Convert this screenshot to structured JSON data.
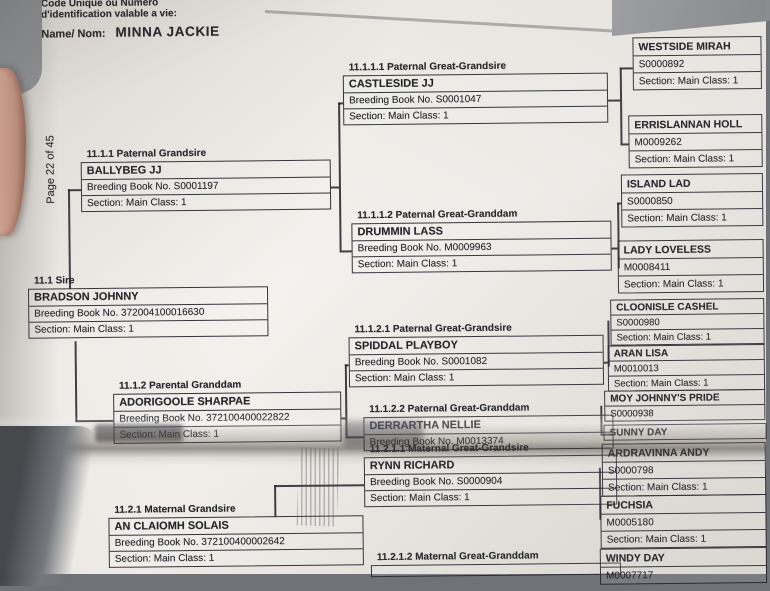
{
  "header": {
    "line1": "Code  Unique ou Numéro",
    "line2": "d'identification valable a vie:",
    "name_label": "Name/ Nom:",
    "name_value": "MINNA JACKIE"
  },
  "page_label": "Page 22 of 45",
  "tree": {
    "sire": {
      "title": "11.1 Sire",
      "name": "BRADSON JOHNNY",
      "book": "Breeding Book No. 372004100016630",
      "section": "Section: Main Class: 1"
    },
    "paternal_grandsire": {
      "title": "11.1.1 Paternal Grandsire",
      "name": "BALLYBEG JJ",
      "book": "Breeding Book No. S0001197",
      "section": "Section: Main Class: 1"
    },
    "paternal_granddam": {
      "title": "11.1.2 Parental Granddam",
      "name": "ADORIGOOLE SHARPAE",
      "book": "Breeding Book No. 372100400022822",
      "section": "Section: Main Class: 1"
    },
    "maternal_grandsire": {
      "title": "11.2.1 Maternal Grandsire",
      "name": "AN CLAIOMH SOLAIS",
      "book": "Breeding Book No. 372100400002642",
      "section": "Section: Main Class: 1"
    },
    "pgg_sire1": {
      "title": "11.1.1.1 Paternal Great-Grandsire",
      "name": "CASTLESIDE JJ",
      "book": "Breeding Book No. S0001047",
      "section": "Section: Main Class: 1"
    },
    "pgg_dam1": {
      "title": "11.1.1.2 Paternal Great-Granddam",
      "name": "DRUMMIN LASS",
      "book": "Breeding Book No. M0009963",
      "section": "Section: Main Class: 1"
    },
    "pgg_sire2": {
      "title": "11.1.2.1 Paternal Great-Grandsire",
      "name": "SPIDDAL PLAYBOY",
      "book": "Breeding Book No. S0001082",
      "section": "Section: Main Class: 1"
    },
    "pgg_dam2": {
      "title": "11.1.2.2 Paternal Great-Granddam",
      "name": "DERRARTHA NELLIE",
      "book": "Breeding Book No. M0013374"
    },
    "mgg_sire1": {
      "title": "11.2.1.1 Maternal Great-Grandsire",
      "name": "RYNN RICHARD",
      "book": "Breeding Book No. S0000904",
      "section": "Section: Main Class: 1"
    },
    "mgg_dam": {
      "title": "11.2.1.2 Maternal Great-Granddam"
    },
    "gen4": [
      {
        "name": "WESTSIDE MIRAH",
        "number": "S0000892",
        "section": "Section: Main Class: 1"
      },
      {
        "name": "ERRISLANNAN HOLL",
        "number": "M0009262",
        "section": "Section: Main Class: 1"
      },
      {
        "name": "ISLAND LAD",
        "number": "S0000850",
        "section": "Section: Main Class: 1"
      },
      {
        "name": "LADY LOVELESS",
        "number": "M0008411",
        "section": "Section: Main Class: 1"
      },
      {
        "name": "CLOONISLE CASHEL",
        "number": "S0000980",
        "section": "Section: Main Class: 1"
      },
      {
        "name": "ARAN LISA",
        "number": "M0010013",
        "section": "Section: Main Class: 1"
      },
      {
        "name": "MOY JOHNNY'S PRIDE",
        "number": "S0000938"
      },
      {
        "name": "SUNNY DAY"
      },
      {
        "name": "ARDRAVINNA ANDY",
        "number": "S0000798",
        "section": "Section: Main Class: 1"
      },
      {
        "name": "FUCHSIA",
        "number": "M0005180",
        "section": "Section: Main Class: 1"
      },
      {
        "name": "WINDY DAY",
        "number": "M0007717"
      }
    ]
  }
}
